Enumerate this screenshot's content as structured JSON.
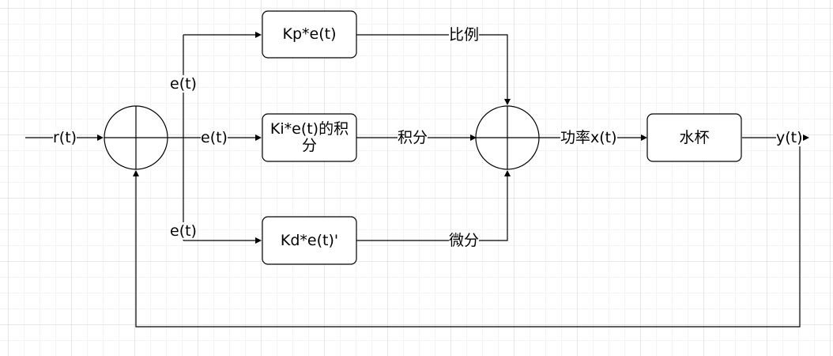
{
  "blocks": {
    "proportional": "Kp*e(t)",
    "integral_line1": "Ki*e(t)的积",
    "integral_line2": "分",
    "derivative": "Kd*e(t)'",
    "plant": "水杯"
  },
  "signals": {
    "input": "r(t)",
    "error_top": "e(t)",
    "error_mid": "e(t)",
    "error_bottom": "e(t)",
    "proportional_out": "比例",
    "integral_out": "积分",
    "derivative_out": "微分",
    "power": "功率x(t)",
    "output": "y(t)"
  }
}
